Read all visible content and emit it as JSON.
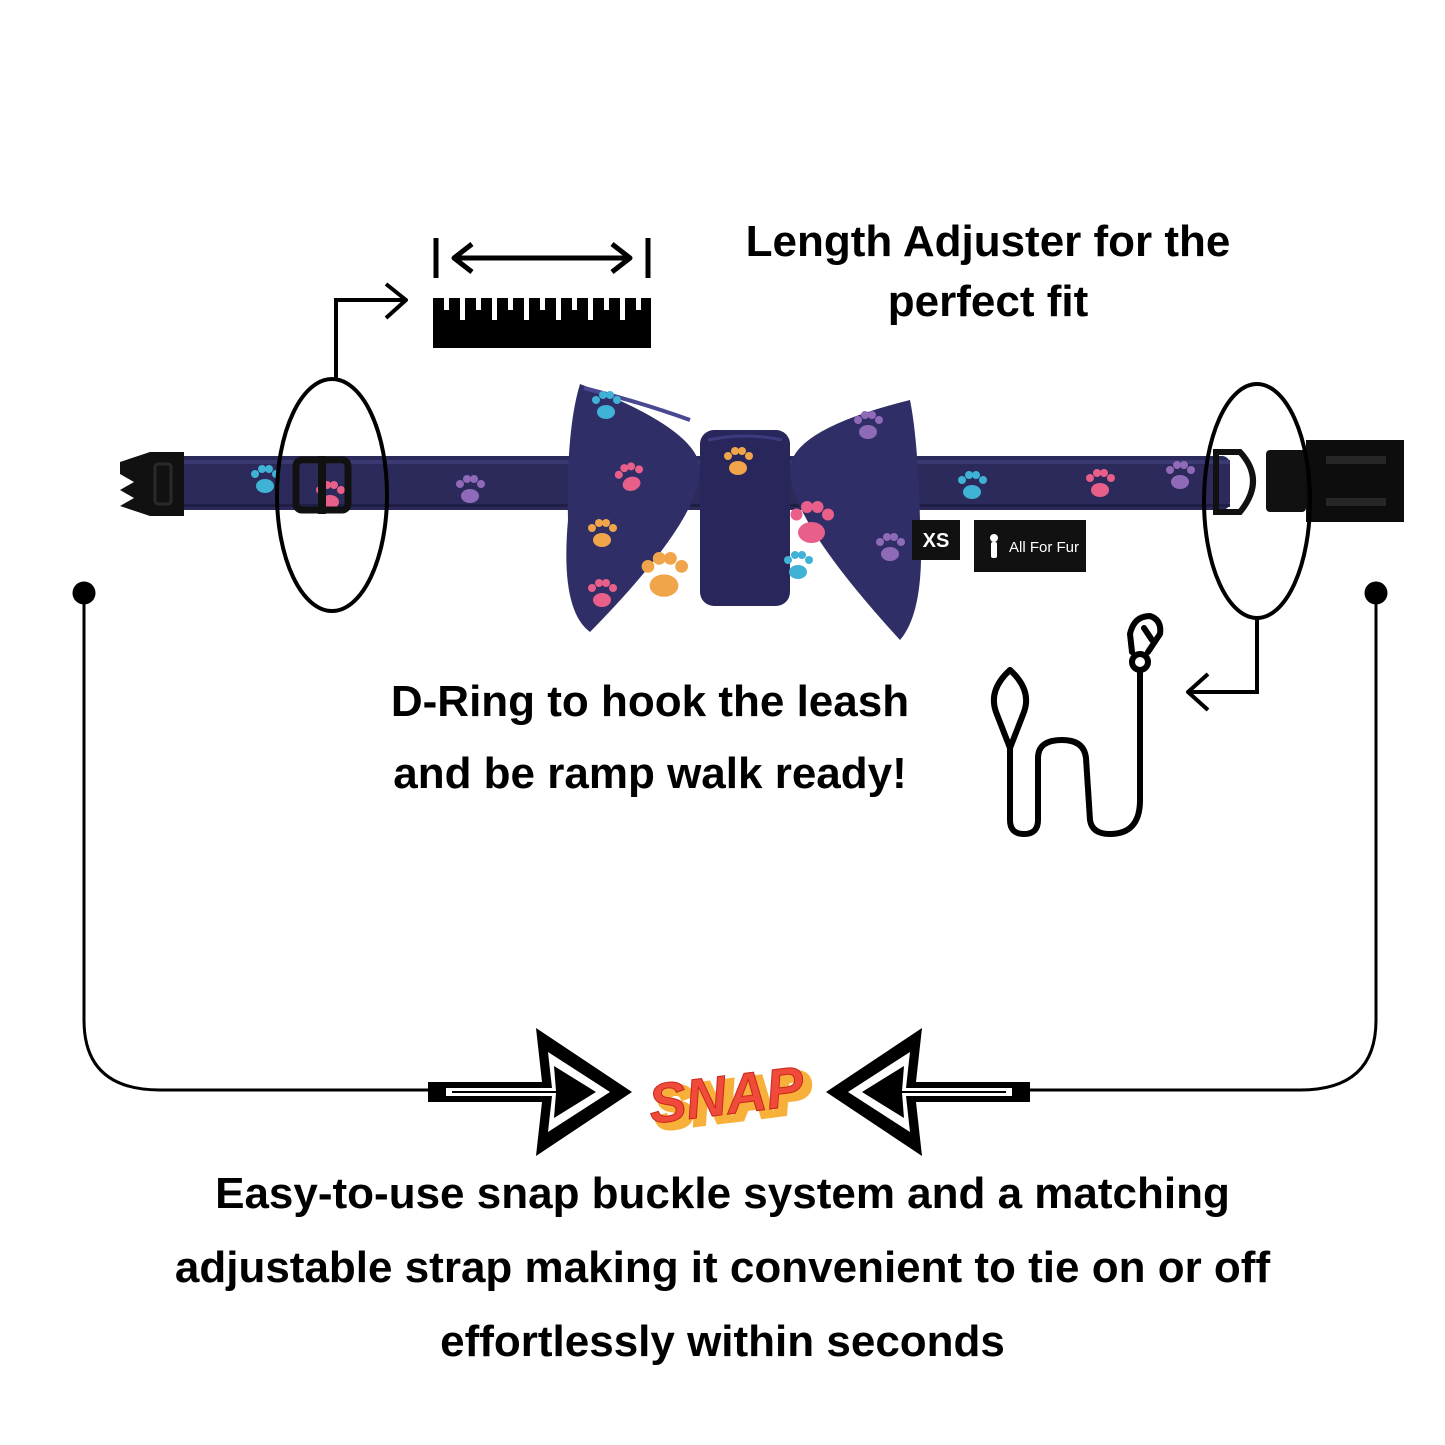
{
  "features": {
    "length_adjuster": {
      "line1": "Length Adjuster for the",
      "line2": "perfect fit"
    },
    "d_ring": {
      "line1": "D-Ring to hook the leash",
      "line2": "and be ramp walk ready!"
    },
    "snap_buckle": {
      "line1": "Easy-to-use snap buckle system and a matching",
      "line2": "adjustable strap making it convenient to tie on or off",
      "line3": "effortlessly within seconds"
    }
  },
  "product": {
    "size_tag": "XS",
    "brand_tag": "All For Fur",
    "snap_word": "SNAP"
  },
  "colors": {
    "strap": "#2b2a5a",
    "bow": "#302e66",
    "paw_pink": "#e8608a",
    "paw_blue": "#3fb2d6",
    "paw_purple": "#8f6ab8",
    "paw_orange": "#f0a54a",
    "snap_fill": "#f04a3a",
    "snap_shadow": "#f7b13a",
    "outline": "#000000"
  }
}
